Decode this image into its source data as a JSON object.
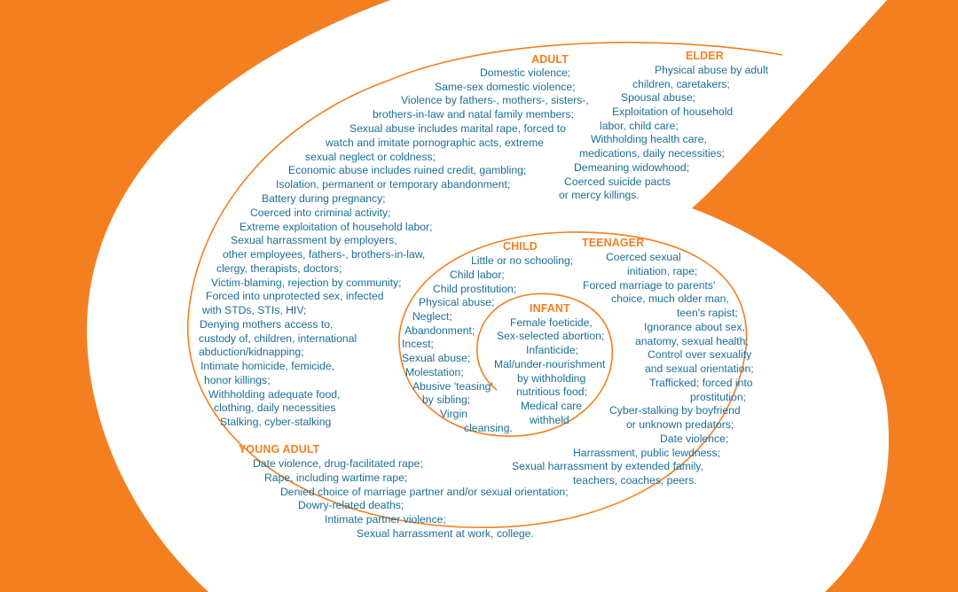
{
  "colors": {
    "orange": "#f47f20",
    "teal_text": "#1a6e96",
    "background": "#ffffff"
  },
  "sections": {
    "adult": {
      "heading": "ADULT",
      "lines": [
        "Domestic violence;",
        "Same-sex domestic violence;",
        "Violence by fathers-,  mothers-, sisters-,",
        "brothers-in-law and  natal family members;",
        "Sexual abuse includes marital rape, forced to",
        "watch and imitate pornographic acts, extreme",
        "sexual neglect or coldness;",
        "Economic abuse includes ruined credit, gambling;",
        "Isolation, permanent or temporary abandonment;",
        "Battery during pregnancy;",
        "Coerced into criminal activity;",
        "Extreme exploitation of household labor;",
        "Sexual harrassment by employers,",
        "other employees, fathers-,  brothers-in-law,",
        "clergy, therapists, doctors;",
        "Victim-blaming, rejection by community;",
        "Forced into unprotected sex, infected",
        "with STDs, STIs, HIV;",
        "Denying mothers access to,",
        "custody of, children, international",
        "abduction/kidnapping;",
        "Intimate homicide, femicide,",
        "honor killings;",
        "Withholding adequate food,",
        "clothing, daily necessities",
        "Stalking, cyber-stalking"
      ]
    },
    "elder": {
      "heading": "ELDER",
      "lines": [
        "Physical abuse by adult",
        "children, caretakers;",
        "Spousal abuse;",
        "Exploitation of household",
        "labor,  child care;",
        "Withholding health care,",
        "medications, daily necessities;",
        "Demeaning widowhood;",
        "Coerced suicide pacts",
        "or mercy killings."
      ]
    },
    "child": {
      "heading": "CHILD",
      "lines": [
        "Little or no schooling;",
        "Child labor;",
        "Child prostitution;",
        "Physical abuse;",
        "Neglect;",
        "Abandonment;",
        "Incest;",
        "Sexual abuse;",
        "Molestation;",
        "Abusive 'teasing'",
        "by sibling;",
        "Virgin",
        "cleansing."
      ]
    },
    "teenager": {
      "heading": "TEENAGER",
      "lines": [
        "Coerced sexual",
        "initiation, rape;",
        "Forced marriage to parents'",
        "choice, much older man,",
        "teen's rapist;",
        "Ignorance about sex,",
        "anatomy,  sexual health;",
        "Control over sexuality",
        "and sexual orientation;",
        "Trafficked; forced into",
        "prostitution;",
        "Cyber-stalking by boyfriend",
        "or unknown predators;",
        "Date violence;",
        "Harrassment, public lewdness;",
        "Sexual harrassment by extended family,",
        "teachers, coaches, peers."
      ]
    },
    "infant": {
      "heading": "INFANT",
      "lines": [
        "Female foeticide,",
        "Sex-selected abortion;",
        "Infanticide;",
        "Mal/under-nourishment",
        "by withholding",
        "nutritious food;",
        "Medical care",
        "withheld"
      ]
    },
    "young_adult": {
      "heading": "YOUNG ADULT",
      "lines": [
        "Date violence, drug-facilitated rape;",
        "Rape, including wartime rape;",
        "Denied choice of marriage partner and/or sexual orientation;",
        "Dowry-related deaths;",
        "Intimate partner violence;",
        "Sexual harrassment at work, college."
      ]
    }
  }
}
